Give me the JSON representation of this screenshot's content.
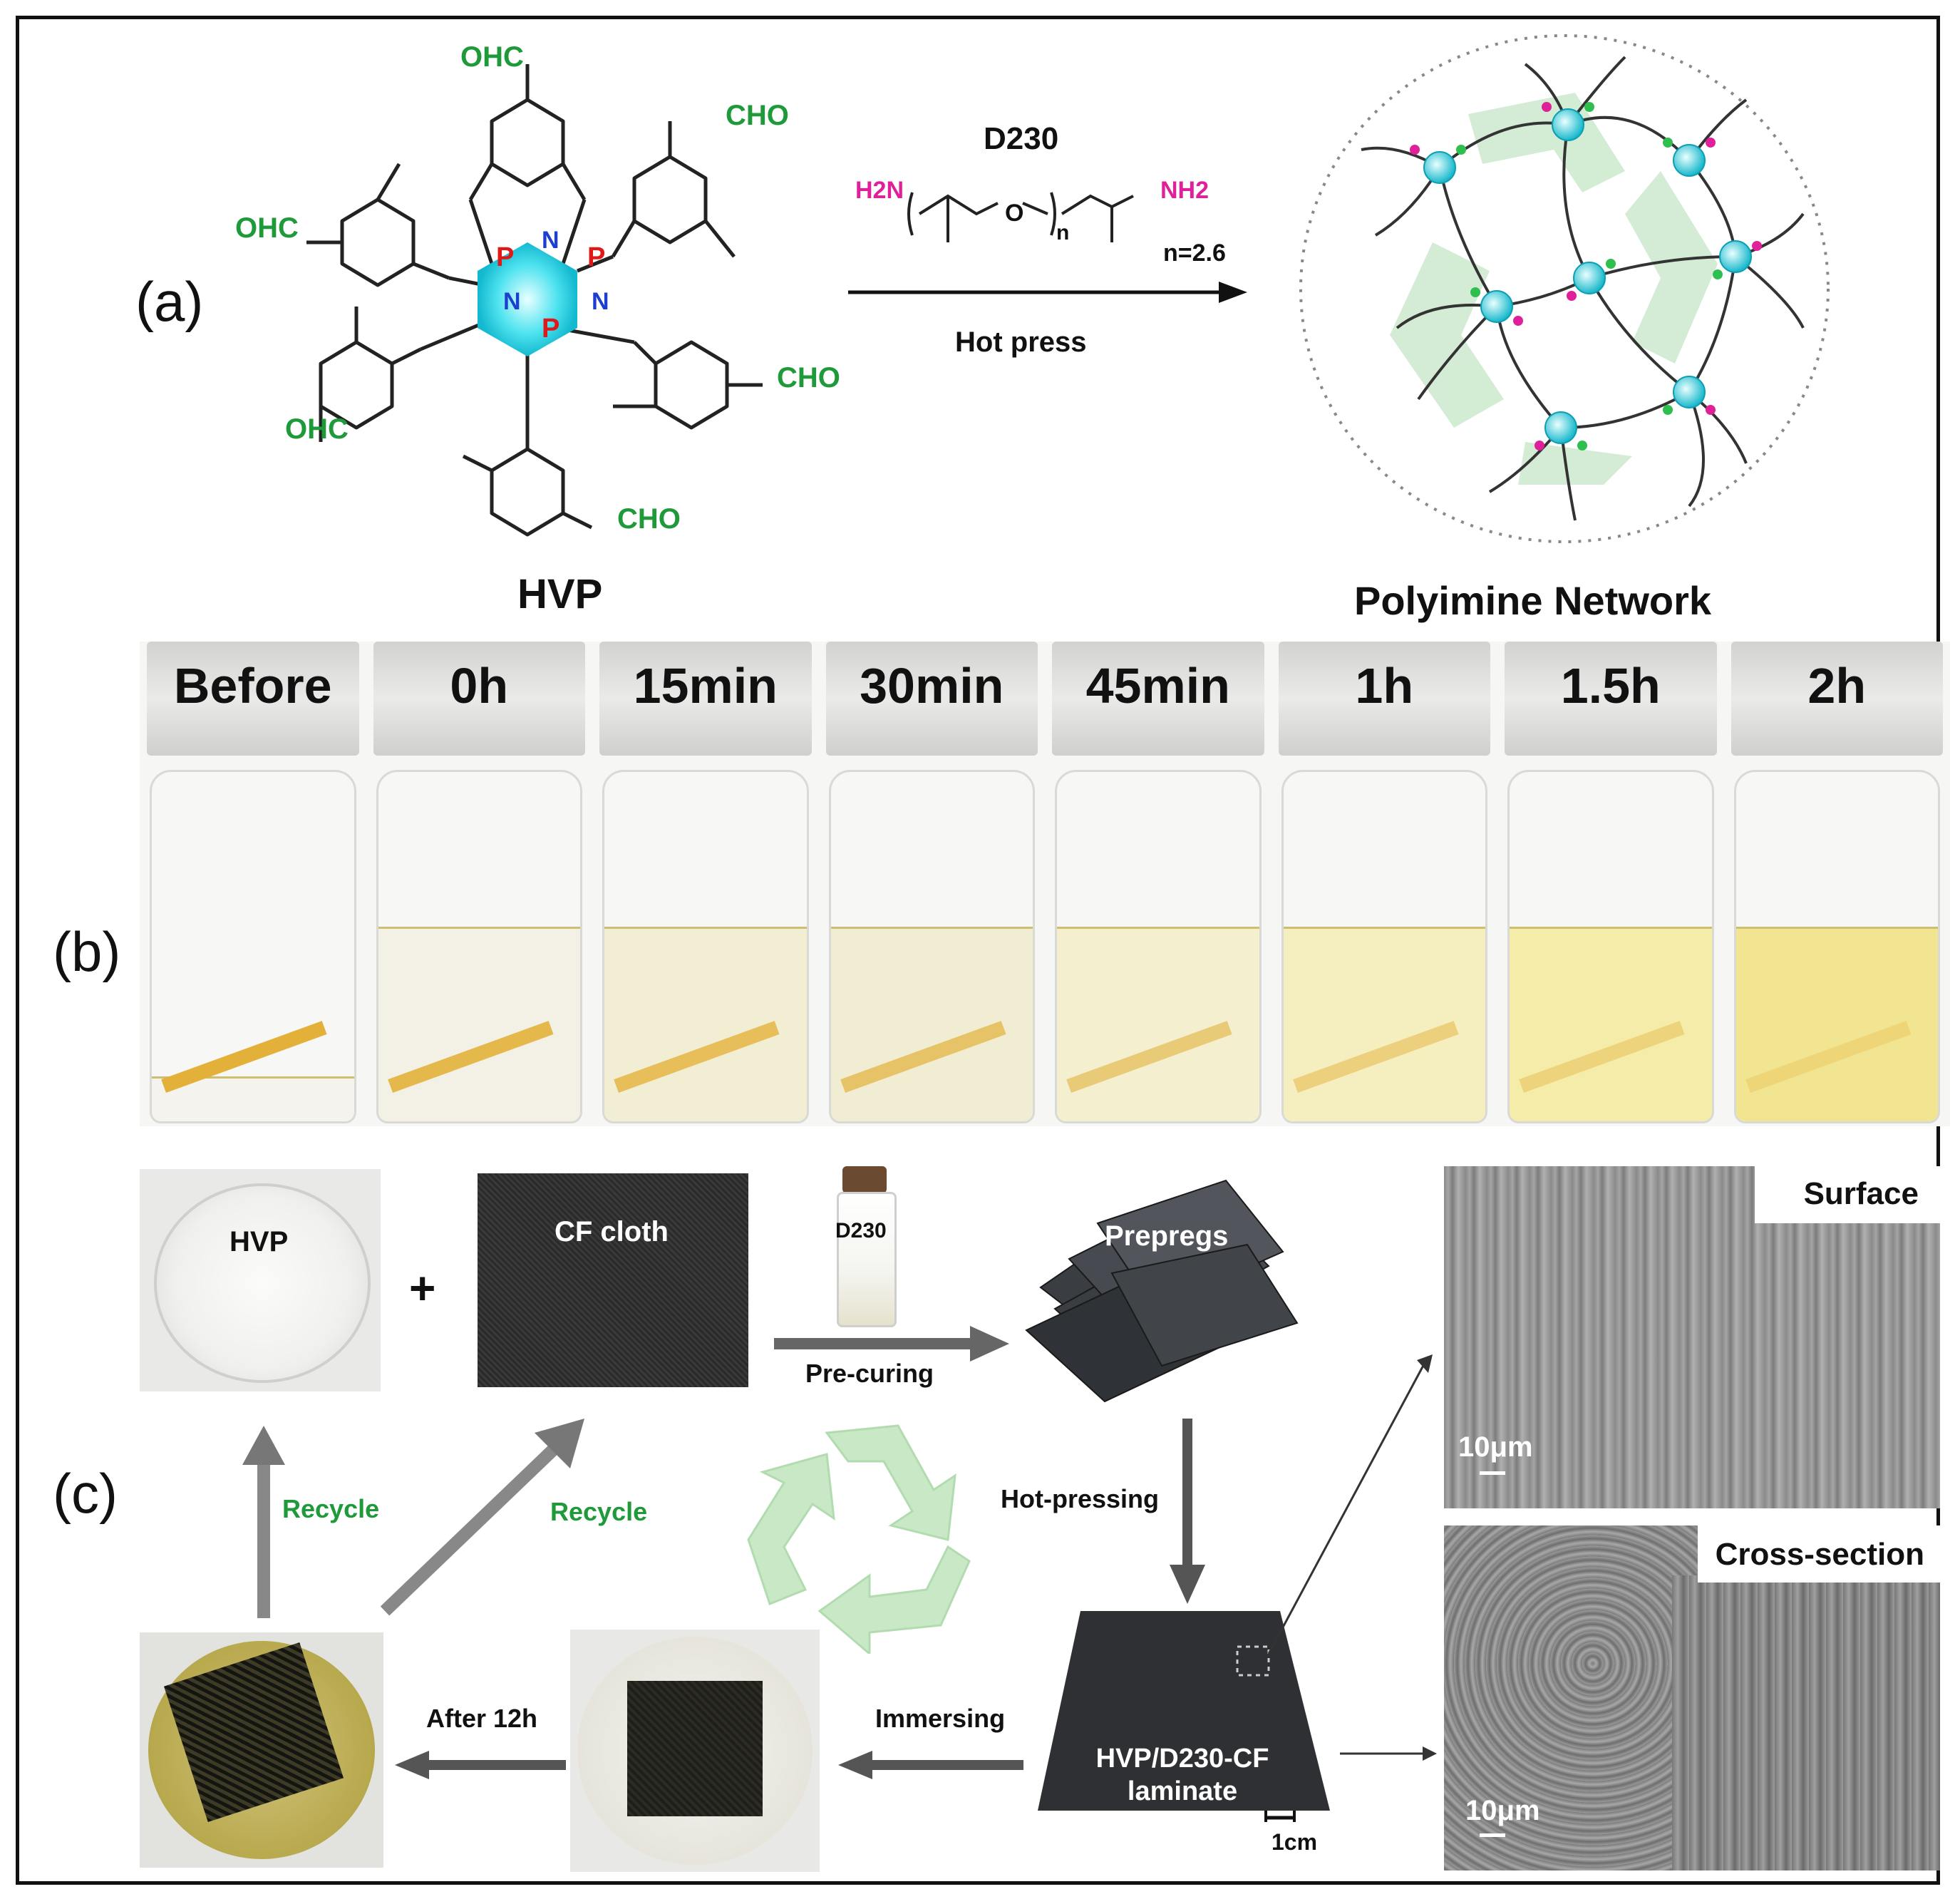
{
  "panel_a": {
    "letter": "(a)",
    "groups": {
      "cho": "CHO",
      "ohc": "OHC",
      "o": "O",
      "p": "P",
      "n": "N"
    },
    "reagent": "D230",
    "amine_left": "H2N",
    "amine_right": "NH2",
    "subscript_n": "n",
    "n_value": "n=2.6",
    "condition": "Hot press",
    "hvp_label": "HVP",
    "network_label": "Polyimine Network"
  },
  "panel_b": {
    "letter": "(b)",
    "vials": [
      {
        "label": "Before",
        "tint": "#f4f3ee"
      },
      {
        "label": "0h",
        "tint": "#f3f1e6"
      },
      {
        "label": "15min",
        "tint": "#f2eed4"
      },
      {
        "label": "30min",
        "tint": "#f1edd2"
      },
      {
        "label": "45min",
        "tint": "#f3efcf"
      },
      {
        "label": "1h",
        "tint": "#f5efc0"
      },
      {
        "label": "1.5h",
        "tint": "#f4eca8"
      },
      {
        "label": "2h",
        "tint": "#f1e592"
      }
    ]
  },
  "panel_c": {
    "letter": "(c)",
    "hvp": "HVP",
    "plus": "+",
    "cf_cloth": "CF cloth",
    "d230": "D230",
    "pre_curing": "Pre-curing",
    "prepregs": "Prepregs",
    "hot_pressing": "Hot-pressing",
    "laminate": "HVP/D230-CF laminate",
    "scale_1cm": "1cm",
    "immersing": "Immersing",
    "after_12h": "After 12h",
    "recycle_1": "Recycle",
    "recycle_2": "Recycle",
    "surface": "Surface",
    "cross_section": "Cross-section",
    "scale_10um_1": "10μm",
    "scale_10um_2": "10μm"
  },
  "colors": {
    "green_text": "#1f9a3a",
    "magenta": "#e0209a",
    "red_p": "#e01818",
    "blue_n": "#1c3fd0",
    "node_cyan": "#21d6e6",
    "recycle_green": "#bfe6bf"
  }
}
